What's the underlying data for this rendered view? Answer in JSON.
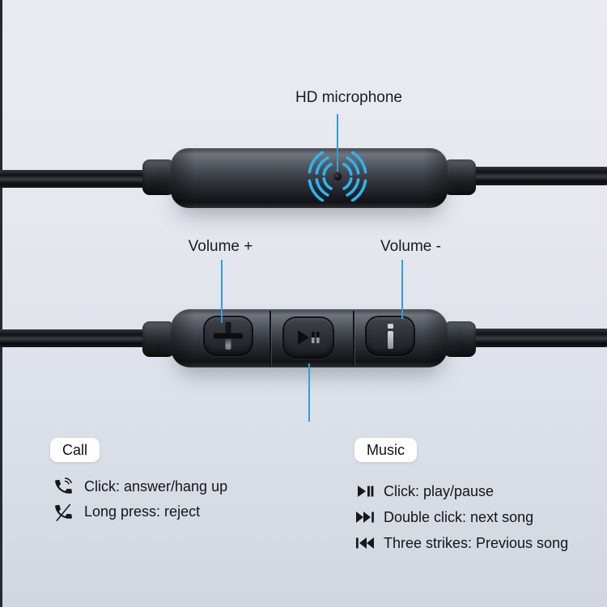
{
  "colors": {
    "accent_wave_blue": "#2eb3f2",
    "callout_line_blue": "#2d9fdd",
    "background_top": "#e9ebf1",
    "background_bottom": "#d2d6e0",
    "text": "#141517",
    "badge_background": "#ffffff",
    "remote_body_dark": "#1f2126"
  },
  "callouts": {
    "microphone_label": "HD microphone",
    "volume_up_label": "Volume +",
    "volume_down_label": "Volume -"
  },
  "remote": {
    "buttons": [
      {
        "name": "volume-up-button",
        "glyph": "plus-icon"
      },
      {
        "name": "play-pause-button",
        "glyph": "play-pause-icon"
      },
      {
        "name": "volume-down-button",
        "glyph": "minus-icon"
      }
    ],
    "microphone": {
      "glyph": "sound-waves-icon"
    }
  },
  "sections": {
    "call": {
      "title": "Call",
      "items": [
        {
          "icon": "phone-answer-icon",
          "text": "Click: answer/hang up"
        },
        {
          "icon": "phone-reject-icon",
          "text": "Long press: reject"
        }
      ]
    },
    "music": {
      "title": "Music",
      "items": [
        {
          "icon": "play-pause-icon",
          "text": "Click: play/pause"
        },
        {
          "icon": "next-track-icon",
          "text": "Double click: next song"
        },
        {
          "icon": "previous-track-icon",
          "text": "Three strikes: Previous song"
        }
      ]
    }
  }
}
